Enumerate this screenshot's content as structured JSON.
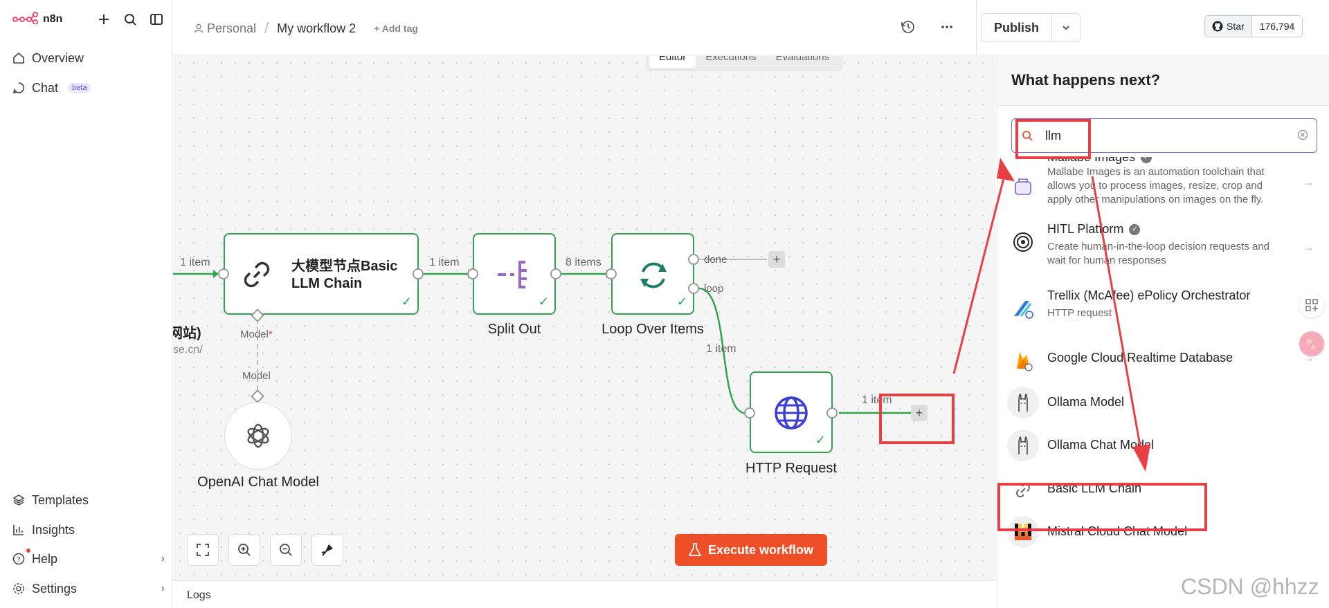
{
  "app": {
    "brand": "n8n",
    "accent": "#ee4f27",
    "success": "#2ea44f",
    "annotation": "#e83f44"
  },
  "sidebar": {
    "top_items": [
      {
        "label": "Overview",
        "icon": "home-icon"
      },
      {
        "label": "Chat",
        "icon": "chat-icon",
        "badge": "beta"
      }
    ],
    "bottom_items": [
      {
        "label": "Templates",
        "icon": "templates-icon"
      },
      {
        "label": "Insights",
        "icon": "insights-icon"
      },
      {
        "label": "Help",
        "icon": "help-icon"
      },
      {
        "label": "Settings",
        "icon": "gear-icon"
      }
    ]
  },
  "header": {
    "project": "Personal",
    "workflow_name": "My workflow 2",
    "add_tag": "+ Add tag",
    "publish": "Publish",
    "github": {
      "star": "Star",
      "count": "176,794"
    }
  },
  "tabs": [
    {
      "label": "Editor",
      "active": true
    },
    {
      "label": "Executions",
      "active": false
    },
    {
      "label": "Evaluations",
      "active": false
    }
  ],
  "canvas": {
    "left_cut_title": "网站)",
    "left_cut_sub": "se.cn/",
    "nodes": {
      "llm_chain": {
        "title_line1": "大模型节点Basic",
        "title_line2": "LLM Chain"
      },
      "split_out": {
        "title": "Split Out"
      },
      "loop": {
        "title": "Loop Over Items"
      },
      "http": {
        "title": "HTTP Request"
      },
      "openai": {
        "title": "OpenAI Chat Model"
      }
    },
    "edges": {
      "e1": "1 item",
      "e2": "1 item",
      "e3": "8 items",
      "done": "done",
      "loop": "loop",
      "e4": "1 item",
      "e5": "1 item",
      "model_required": "Model",
      "required_mark": "*",
      "model": "Model"
    },
    "execute": "Execute workflow"
  },
  "logs": {
    "label": "Logs"
  },
  "panel": {
    "title": "What happens next?",
    "search_value": "llm",
    "results": [
      {
        "title": "Mallabe Images",
        "desc": "Mallabe Images is an automation toolchain that allows you to process images, resize, crop and apply other manipulations on images on the fly.",
        "icon": "mallabe-icon"
      },
      {
        "title": "HITL Platform",
        "desc": "Create human-in-the-loop decision requests and wait for human responses",
        "icon": "hitl-icon"
      },
      {
        "title": "Trellix (McAfee) ePolicy Orchestrator",
        "desc": "HTTP request",
        "icon": "trellix-icon"
      },
      {
        "title": "Google Cloud Realtime Database",
        "desc": "",
        "icon": "firebase-icon"
      },
      {
        "title": "Ollama Model",
        "desc": "",
        "icon": "ollama-icon"
      },
      {
        "title": "Ollama Chat Model",
        "desc": "",
        "icon": "ollama-icon"
      },
      {
        "title": "Basic LLM Chain",
        "desc": "",
        "icon": "link-icon"
      },
      {
        "title": "Mistral Cloud Chat Model",
        "desc": "",
        "icon": "mistral-icon"
      }
    ]
  },
  "watermark": "CSDN @hhzz"
}
